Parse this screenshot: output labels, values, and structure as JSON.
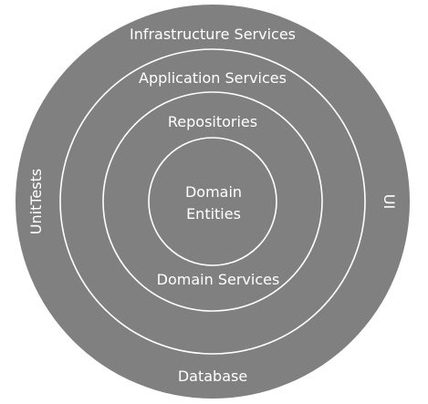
{
  "diagram": {
    "colors": {
      "fill": "#808080",
      "stroke": "#ffffff",
      "text": "#ffffff",
      "background": "#ffffff"
    },
    "layers": [
      {
        "id": "outer",
        "labels": {
          "top": "Infrastructure Services",
          "bottom": "Database",
          "left": "UnitTests",
          "right": "UI"
        }
      },
      {
        "id": "application",
        "labels": {
          "top": "Application Services"
        }
      },
      {
        "id": "repositories",
        "labels": {
          "top": "Repositories",
          "bottom": "Domain Services"
        }
      },
      {
        "id": "core",
        "labels": {
          "line1": "Domain",
          "line2": "Entities"
        }
      }
    ]
  }
}
